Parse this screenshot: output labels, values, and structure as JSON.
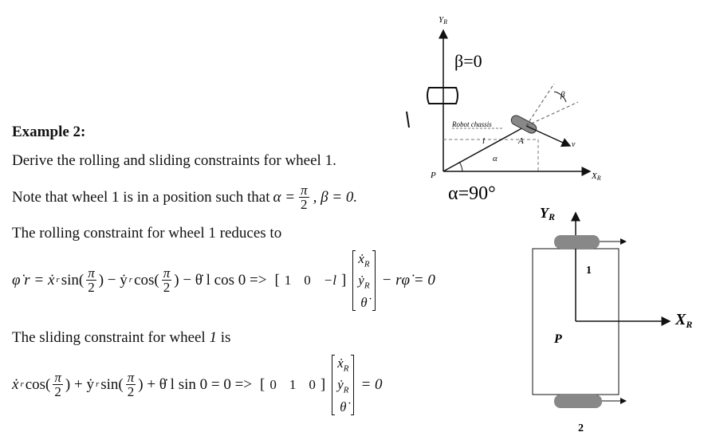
{
  "example": {
    "title": "Example 2:",
    "line1": "Derive the rolling and sliding constraints for wheel 1.",
    "line2_pre": "Note that wheel 1 is in a position such that",
    "alpha_eq": "α =",
    "beta_eq": ", β = 0.",
    "frac_pi": "π",
    "frac_2": "2",
    "rolling_intro": "The rolling constraint for wheel 1 reduces to",
    "rolling_lhs_a": "φ̇ r = ẋ",
    "rolling_lhs_b": " sin(",
    "rolling_lhs_c": ") − ẏ",
    "rolling_lhs_d": " cos(",
    "rolling_lhs_e": ") − θ̇ l cos 0 =>",
    "rolling_row": [
      "1",
      "0",
      "−l"
    ],
    "rolling_rhs": "− rφ̇ = 0",
    "sliding_intro_a": "The sliding constraint for wheel",
    "sliding_intro_b": "1",
    "sliding_intro_c": "is",
    "sliding_lhs_a": "ẋ",
    "sliding_lhs_b": " cos(",
    "sliding_lhs_c": ") + ẏ",
    "sliding_lhs_d": " sin(",
    "sliding_lhs_e": ") + θ̇ l sin 0 = 0 =>",
    "sliding_row": [
      "0",
      "1",
      "0"
    ],
    "sliding_rhs": "= 0",
    "sub_r": "r",
    "vector": [
      "ẋ",
      "ẏ",
      "θ̇"
    ],
    "vector_sub": "R"
  },
  "top_diagram": {
    "y_axis": "Y",
    "x_axis": "X",
    "sub": "R",
    "robot_chassis": "Robot chassis",
    "l_label": "l",
    "alpha_label": "α",
    "a_label": "A",
    "v_label": "v",
    "beta_label": "β",
    "p_label": "P",
    "hand_beta": "β=0",
    "hand_alpha": "α=90°",
    "hand_one": "1"
  },
  "bottom_diagram": {
    "y_axis": "Y",
    "x_axis": "X",
    "sub": "R",
    "p_label": "P",
    "wheel1": "1",
    "wheel2": "2"
  }
}
